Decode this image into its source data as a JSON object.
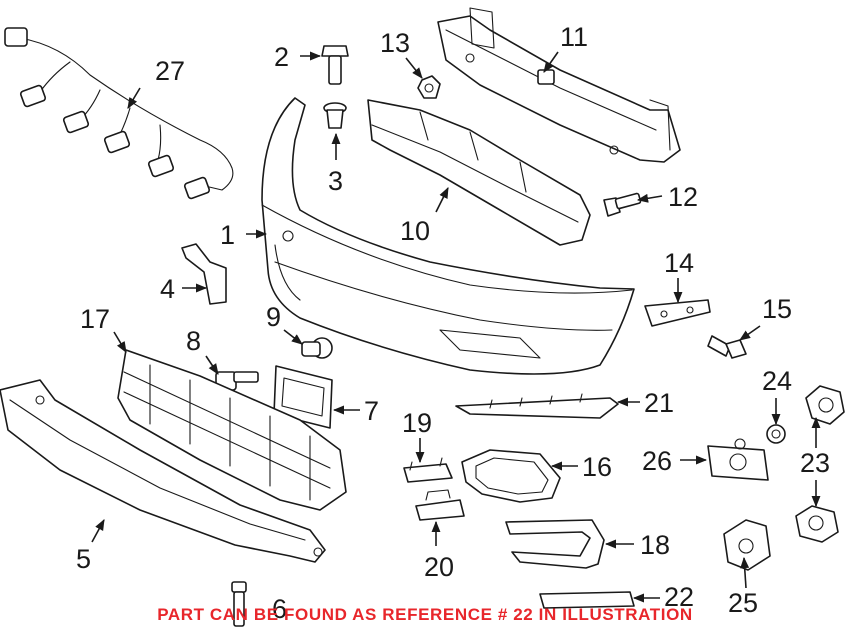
{
  "callouts": {
    "n1": "1",
    "n2": "2",
    "n3": "3",
    "n4": "4",
    "n5": "5",
    "n6": "6",
    "n7": "7",
    "n8": "8",
    "n9": "9",
    "n10": "10",
    "n11": "11",
    "n12": "12",
    "n13": "13",
    "n14": "14",
    "n15": "15",
    "n16": "16",
    "n17": "17",
    "n18": "18",
    "n19": "19",
    "n20": "20",
    "n21": "21",
    "n22": "22",
    "n23": "23",
    "n24": "24",
    "n25": "25",
    "n26": "26",
    "n27": "27"
  },
  "note": {
    "text": "PART CAN BE FOUND AS REFERENCE # 22 IN ILLUSTRATION",
    "color": "#e8262b"
  },
  "colors": {
    "line": "#1a1a1a",
    "background": "#ffffff"
  }
}
